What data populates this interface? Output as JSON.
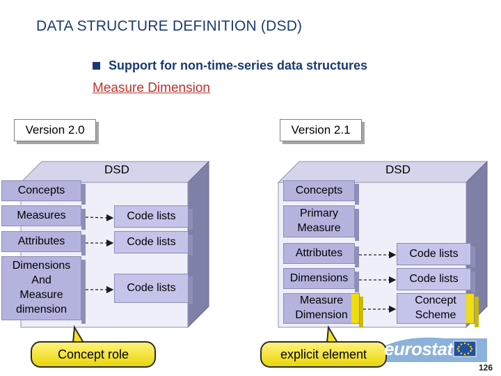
{
  "header": {
    "title": "DATA STRUCTURE DEFINITION (DSD)",
    "bullet": "Support for non-time-series data structures",
    "sub": "Measure Dimension"
  },
  "v20": {
    "version": "Version 2.0",
    "dsd": "DSD",
    "concepts": "Concepts",
    "measures": "Measures",
    "attributes": "Attributes",
    "dimensions_lines": [
      "Dimensions",
      "And",
      "Measure",
      "dimension"
    ],
    "code1": "Code lists",
    "code2": "Code lists",
    "code3": "Code lists",
    "callout": "Concept role"
  },
  "v21": {
    "version": "Version 2.1",
    "dsd": "DSD",
    "concepts": "Concepts",
    "primary_lines": [
      "Primary",
      "Measure"
    ],
    "attributes": "Attributes",
    "dimensions": "Dimensions",
    "measure_dim_lines": [
      "Measure",
      "Dimension"
    ],
    "code1": "Code lists",
    "code2": "Code lists",
    "scheme_lines": [
      "Concept",
      "Scheme"
    ],
    "callout": "explicit element"
  },
  "footer": {
    "logo": "eurostat",
    "page": "126"
  },
  "colors": {
    "title": "#1a3a73",
    "link": "#c0322b",
    "panel_lavender": "#b4b3dd",
    "callout_yellow": "#f4e21c"
  }
}
